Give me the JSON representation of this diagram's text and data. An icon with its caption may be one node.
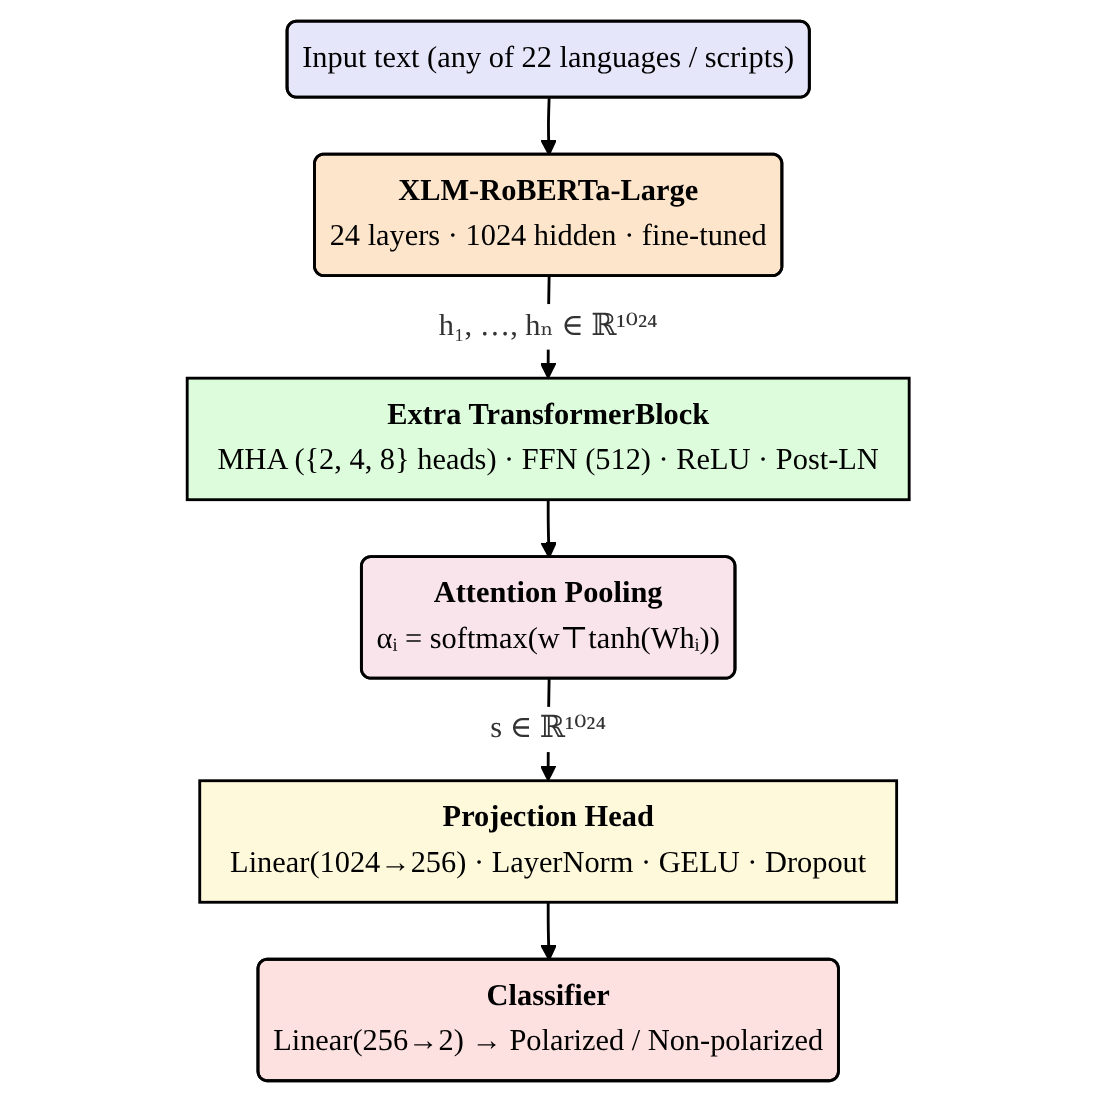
{
  "diagram": {
    "nodes": [
      {
        "text": [
          "Input text (any of 22 languages / scripts)"
        ]
      },
      {
        "text": [
          "XLM-RoBERTa-Large",
          "24 layers · 1024 hidden · fine-tuned"
        ]
      },
      {
        "text": [
          "Extra TransformerBlock",
          "MHA ({2, 4, 8} heads) · FFN (512) · ReLU · Post-LN"
        ]
      },
      {
        "text": [
          "Attention Pooling",
          "αᵢ = softmax(w⊤tanh(Whᵢ))"
        ]
      },
      {
        "text": [
          "Projection Head",
          "Linear(1024→256) · LayerNorm · GELU · Dropout"
        ]
      },
      {
        "text": [
          "Classifier",
          "Linear(256→2)  →  Polarized / Non-polarized"
        ]
      }
    ],
    "edges": [
      {
        "from": 0,
        "to": 1,
        "arrow": "to"
      },
      {
        "from": 1,
        "to": 2,
        "arrow": "to",
        "label": "h₁, …, hₙ ∈ ℝ¹⁰²⁴"
      },
      {
        "from": 2,
        "to": 3,
        "arrow": "to"
      },
      {
        "from": 3,
        "to": 4,
        "arrow": "to",
        "label": "s ∈ ℝ¹⁰²⁴"
      },
      {
        "from": 4,
        "to": 5,
        "arrow": "to"
      }
    ]
  }
}
